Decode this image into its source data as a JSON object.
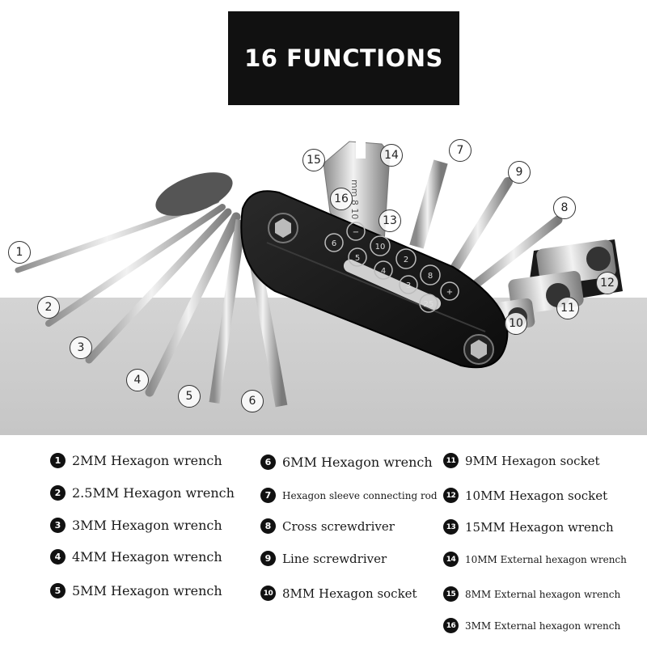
{
  "title": "16 FUNCTIONS",
  "colors": {
    "title_bg": "#111111",
    "title_text": "#ffffff",
    "band": "#cccccc",
    "body": "#151515"
  },
  "callouts": [
    "1",
    "2",
    "3",
    "4",
    "5",
    "6",
    "7",
    "8",
    "9",
    "10",
    "11",
    "12",
    "13",
    "14",
    "15",
    "16"
  ],
  "legend": [
    {
      "n": "1",
      "text": "2MM Hexagon wrench"
    },
    {
      "n": "2",
      "text": "2.5MM Hexagon wrench"
    },
    {
      "n": "3",
      "text": "3MM Hexagon wrench"
    },
    {
      "n": "4",
      "text": "4MM Hexagon wrench"
    },
    {
      "n": "5",
      "text": "5MM Hexagon wrench"
    },
    {
      "n": "6",
      "text": "6MM Hexagon wrench"
    },
    {
      "n": "7",
      "text": "Hexagon sleeve connecting rod"
    },
    {
      "n": "8",
      "text": "Cross screwdriver"
    },
    {
      "n": "9",
      "text": "Line screwdriver"
    },
    {
      "n": "10",
      "text": "8MM Hexagon socket"
    },
    {
      "n": "11",
      "text": "9MM Hexagon socket"
    },
    {
      "n": "12",
      "text": "10MM Hexagon socket"
    },
    {
      "n": "13",
      "text": "15MM Hexagon wrench"
    },
    {
      "n": "14",
      "text": "10MM External hexagon wrench"
    },
    {
      "n": "15",
      "text": "8MM External hexagon wrench"
    },
    {
      "n": "16",
      "text": "3MM External hexagon wrench"
    }
  ],
  "body_marks": [
    "6",
    "−",
    "10",
    "5",
    "8",
    "4",
    "3",
    "25",
    "+",
    "2"
  ],
  "plate_text": "mm 8 10"
}
